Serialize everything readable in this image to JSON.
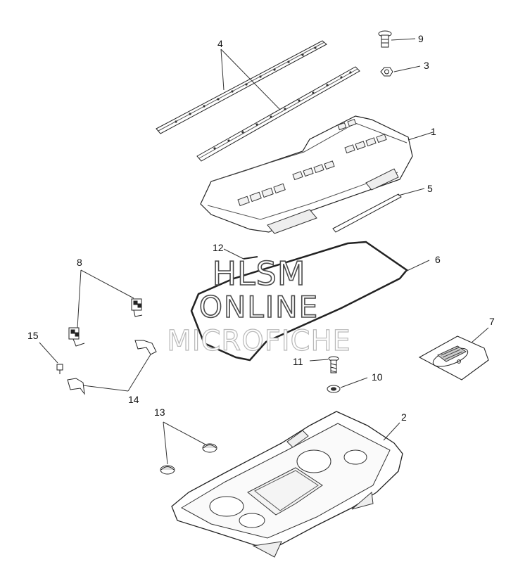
{
  "callouts": {
    "c1": "1",
    "c2": "2",
    "c3": "3",
    "c4": "4",
    "c5": "5",
    "c6": "6",
    "c7": "7",
    "c8": "8",
    "c9": "9",
    "c10": "10",
    "c11": "11",
    "c12": "12",
    "c13": "13",
    "c14": "14",
    "c15": "15"
  },
  "watermark": {
    "line1": "HLSM",
    "line2": "ONLINE",
    "line3": "MICROFICHE"
  }
}
